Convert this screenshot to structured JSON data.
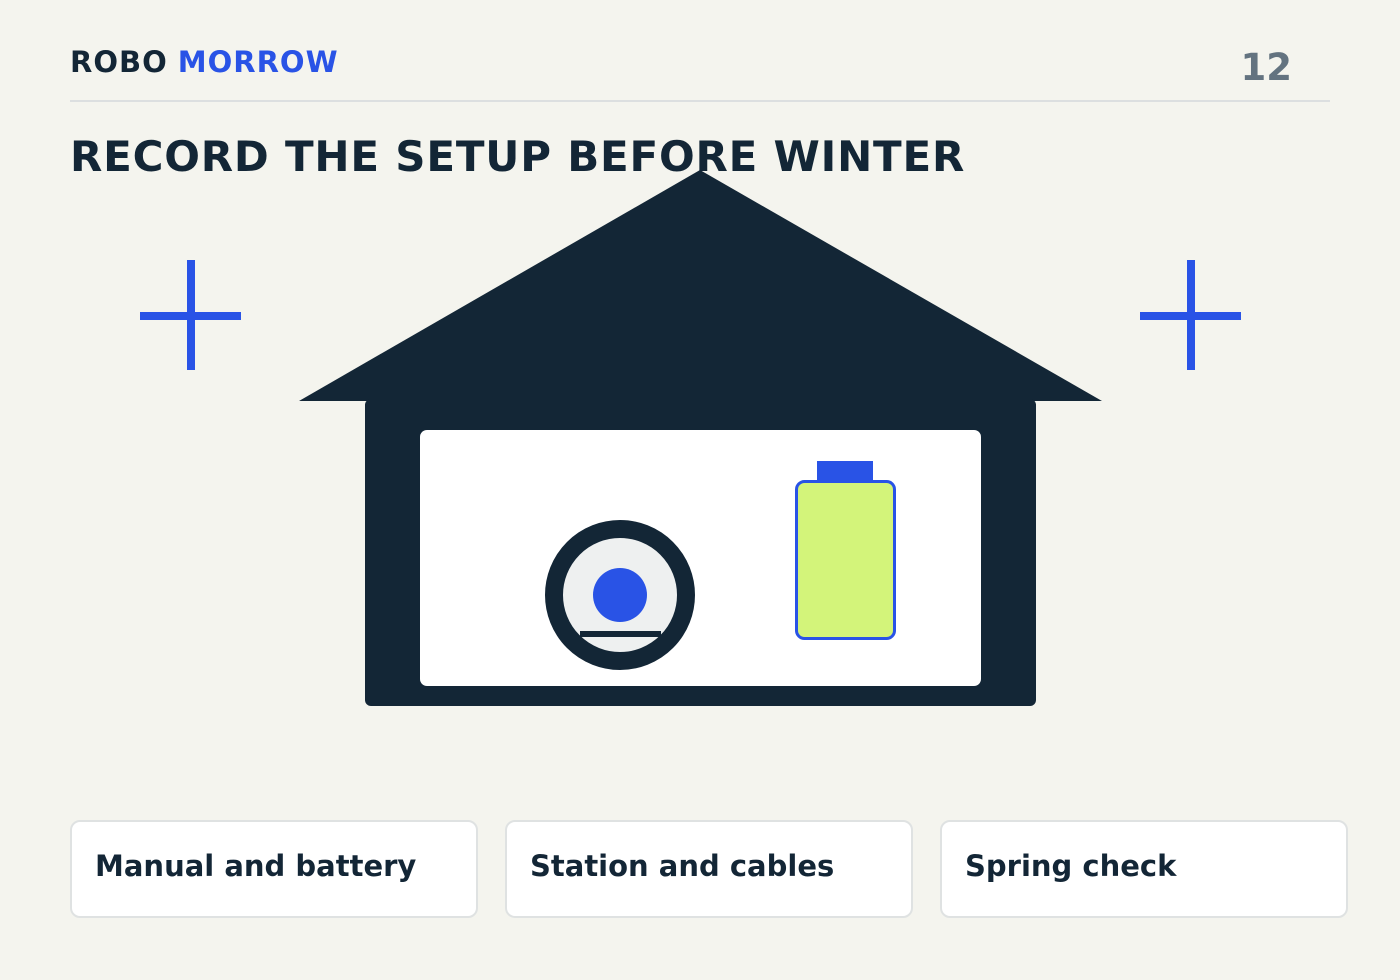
{
  "brand": {
    "part1": "ROBO",
    "part2": "MORROW"
  },
  "page_number": "12",
  "headline": "RECORD THE SETUP BEFORE WINTER",
  "illustration": {
    "icons": [
      "sparkle-plus-icon",
      "house-icon",
      "robot-mower-icon",
      "battery-icon",
      "sparkle-plus-icon"
    ]
  },
  "cards": [
    {
      "label": "Manual and battery"
    },
    {
      "label": "Station and cables"
    },
    {
      "label": "Spring check"
    }
  ],
  "colors": {
    "background": "#f4f4ee",
    "ink": "#132636",
    "accent_blue": "#2953e6",
    "battery_fill": "#d3f47a",
    "muted": "#637380"
  }
}
